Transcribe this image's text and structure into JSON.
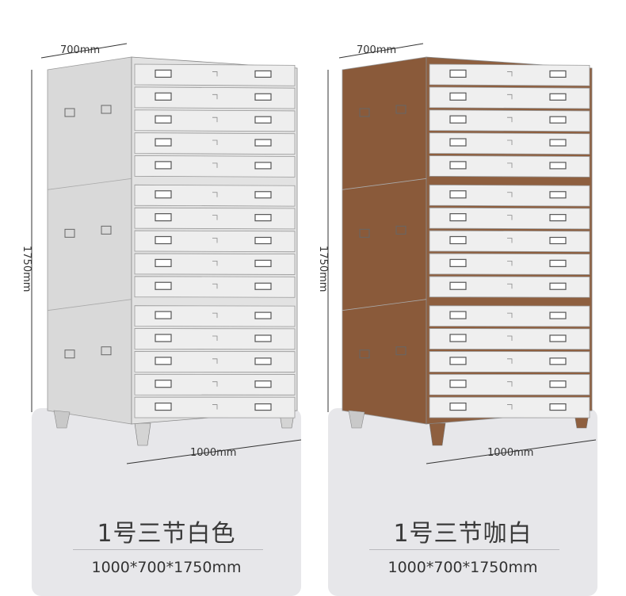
{
  "products": [
    {
      "id": "white",
      "title": "1号三节白色",
      "spec": "1000*700*1750mm",
      "body_color": "#e2e2e2",
      "side_color": "#d9d9d9",
      "front_color": "#eeeeee"
    },
    {
      "id": "brown",
      "title": "1号三节咖白",
      "spec": "1000*700*1750mm",
      "body_color": "#8e5f3f",
      "side_color": "#8a5a3a",
      "front_color": "#efefef"
    }
  ],
  "dimensions": {
    "depth": "700mm",
    "height": "1750mm",
    "width": "1000mm"
  },
  "drawer_count_per_section": 5,
  "section_count": 3
}
